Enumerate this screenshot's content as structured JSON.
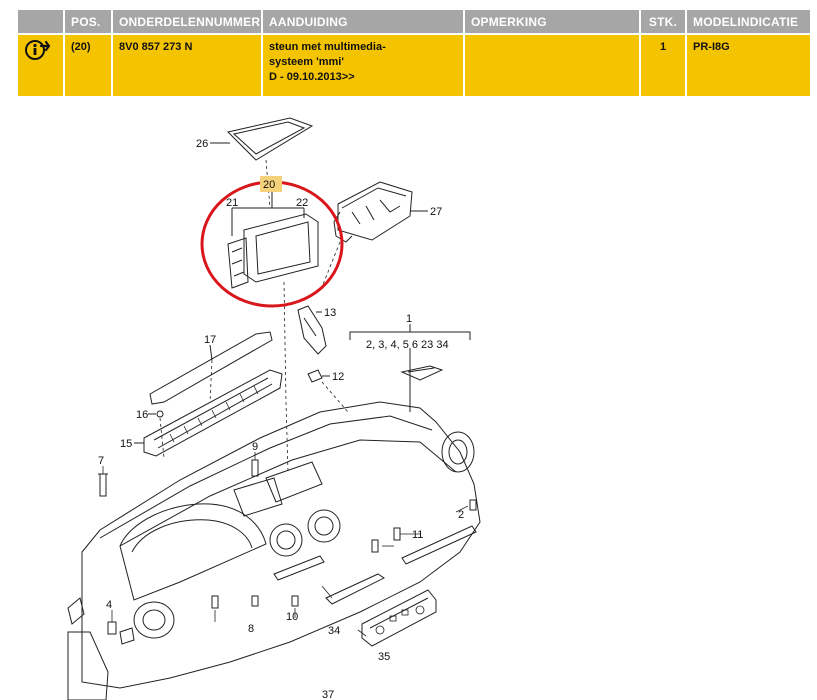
{
  "table": {
    "headers": {
      "pos": "POS.",
      "part_number": "ONDERDELENNUMMER",
      "description": "AANDUIDING",
      "remark": "OPMERKING",
      "qty": "STK.",
      "model": "MODELINDICATIE"
    },
    "row": {
      "icon": "info-arrow-icon",
      "pos": "(20)",
      "part_number": "8V0 857 273 N",
      "description_line1": "steun met multimedia-",
      "description_line2": "systeem 'mmi'",
      "description_line3": "D - 09.10.2013>>",
      "remark": "",
      "qty": "1",
      "model": "PR-I8G"
    }
  },
  "diagram": {
    "highlight_color": "#d9161c",
    "callouts": {
      "c26": "26",
      "c20": "20",
      "c21": "21",
      "c22": "22",
      "c27": "27",
      "c13": "13",
      "c17": "17",
      "c1": "1",
      "c1_sub": "2, 3, 4, 5  6  23  34",
      "c12": "12",
      "c16": "16",
      "c15": "15",
      "c7": "7",
      "c9": "9",
      "c2": "2",
      "c11": "11",
      "c4": "4",
      "c8": "8",
      "c10": "10",
      "c34": "34",
      "c35": "35",
      "c37": "37"
    }
  },
  "colors": {
    "header_bg": "#a6a6a6",
    "row_bg": "#f5c400",
    "callout_tag_bg": "#f5d27a"
  }
}
